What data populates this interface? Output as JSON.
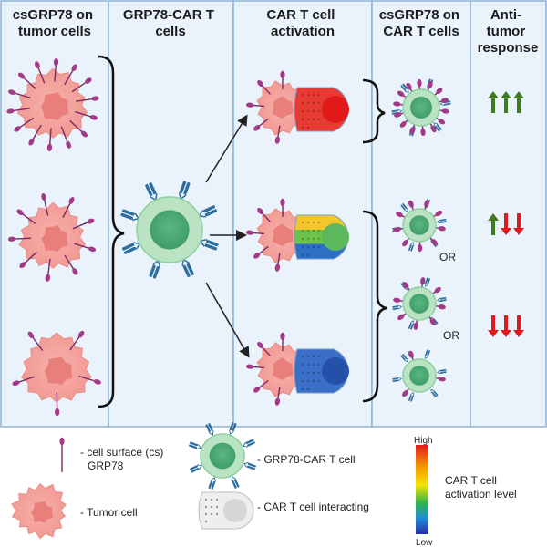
{
  "columns": {
    "col1": [
      "csGRP78 on",
      "tumor cells"
    ],
    "col2": [
      "GRP78-CAR T",
      "cells"
    ],
    "col3": [
      "CAR T cell",
      "activation"
    ],
    "col4": [
      "csGRP78 on",
      "CAR T cells"
    ],
    "col5": [
      "Anti-",
      "tumor",
      "response"
    ]
  },
  "or_labels": [
    "OR",
    "OR"
  ],
  "legend": {
    "grp78": [
      "- cell surface (cs)",
      "GRP78"
    ],
    "tumor": "- Tumor cell",
    "cart": "- GRP78-CAR T cell",
    "interacting": "- CAR T cell interacting",
    "scale_high": "High",
    "scale_low": "Low",
    "scale_label": [
      "CAR T cell",
      "activation level"
    ]
  },
  "colors": {
    "panel_bg": "#eaf2fb",
    "panel_border": "#8db3d7",
    "tumor_fill": "#f5a9a4",
    "tumor_core": "#e97f7b",
    "cart_fill": "#b9e3c2",
    "cart_core": "#6fc28d",
    "receptor": "#2d6e9e",
    "grp78": "#a23b87",
    "arrow_up": "#3f7a1f",
    "arrow_down": "#e0191c"
  },
  "rows": {
    "response_row1": [
      "up",
      "up",
      "up"
    ],
    "response_row2": [
      "up",
      "down",
      "down"
    ],
    "response_row3": [
      "down",
      "down",
      "down"
    ]
  }
}
